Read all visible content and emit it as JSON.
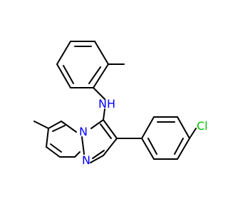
{
  "structure": {
    "atoms": {
      "nh_n": "N",
      "nh_h": "H",
      "bridge_n": "N",
      "imine_n": "N",
      "cl": "Cl"
    },
    "colors": {
      "bond": "#000000",
      "nitrogen": "#0000ff",
      "chlorine": "#00c000",
      "background": "#ffffff"
    }
  }
}
